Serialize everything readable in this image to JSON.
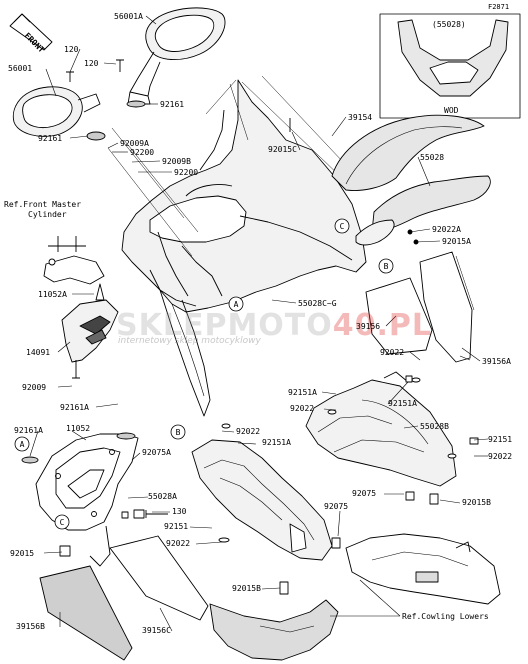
{
  "diagram_code": "F2871",
  "front_label": "FRONT",
  "variant_box": {
    "part": "(55028)",
    "variant": "WOD"
  },
  "watermark": {
    "left": "SKLEPMOTO",
    "right": "40.PL",
    "tagline": "internetowy sklep motocyklowy"
  },
  "callouts": [
    "A",
    "B",
    "C"
  ],
  "references": {
    "master_cylinder": [
      "Ref.Front Master",
      "Cylinder"
    ],
    "cowling_lowers": "Ref.Cowling Lowers"
  },
  "parts": {
    "p56001a": "56001A",
    "p56001": "56001",
    "p120a": "120",
    "p120b": "120",
    "p92161a": "92161",
    "p92161b": "92161",
    "p92009a": "92009A",
    "p92200a": "92200",
    "p92009b": "92009B",
    "p92200b": "92200",
    "p39154": "39154",
    "p92015c": "92015C",
    "p55028": "55028",
    "p92022a": "92022A",
    "p92015a": "92015A",
    "p11052a": "11052A",
    "p55028cg": "55028C~G",
    "p14091": "14091",
    "p39156": "39156",
    "p92022a2": "92022",
    "p39156a": "39156A",
    "p92009": "92009",
    "p92151a1": "92151A",
    "p92022b": "92022",
    "p92151a2": "92151A",
    "p92161a2": "92161A",
    "p92161a3": "92161A",
    "p11052": "11052",
    "p55028b": "55028B",
    "p92022c": "92022",
    "p92151a3": "92151A",
    "p92151": "92151",
    "p92022d": "92022",
    "p92075a": "92075A",
    "p55028a": "55028A",
    "p130": "130",
    "p92075a2": "92075",
    "p92015b": "92015B",
    "p92075b": "92075",
    "p92151b": "92151",
    "p92022e": "92022",
    "p92015": "92015",
    "p92015b2": "92015B",
    "p39156b": "39156B",
    "p39156c": "39156C"
  }
}
